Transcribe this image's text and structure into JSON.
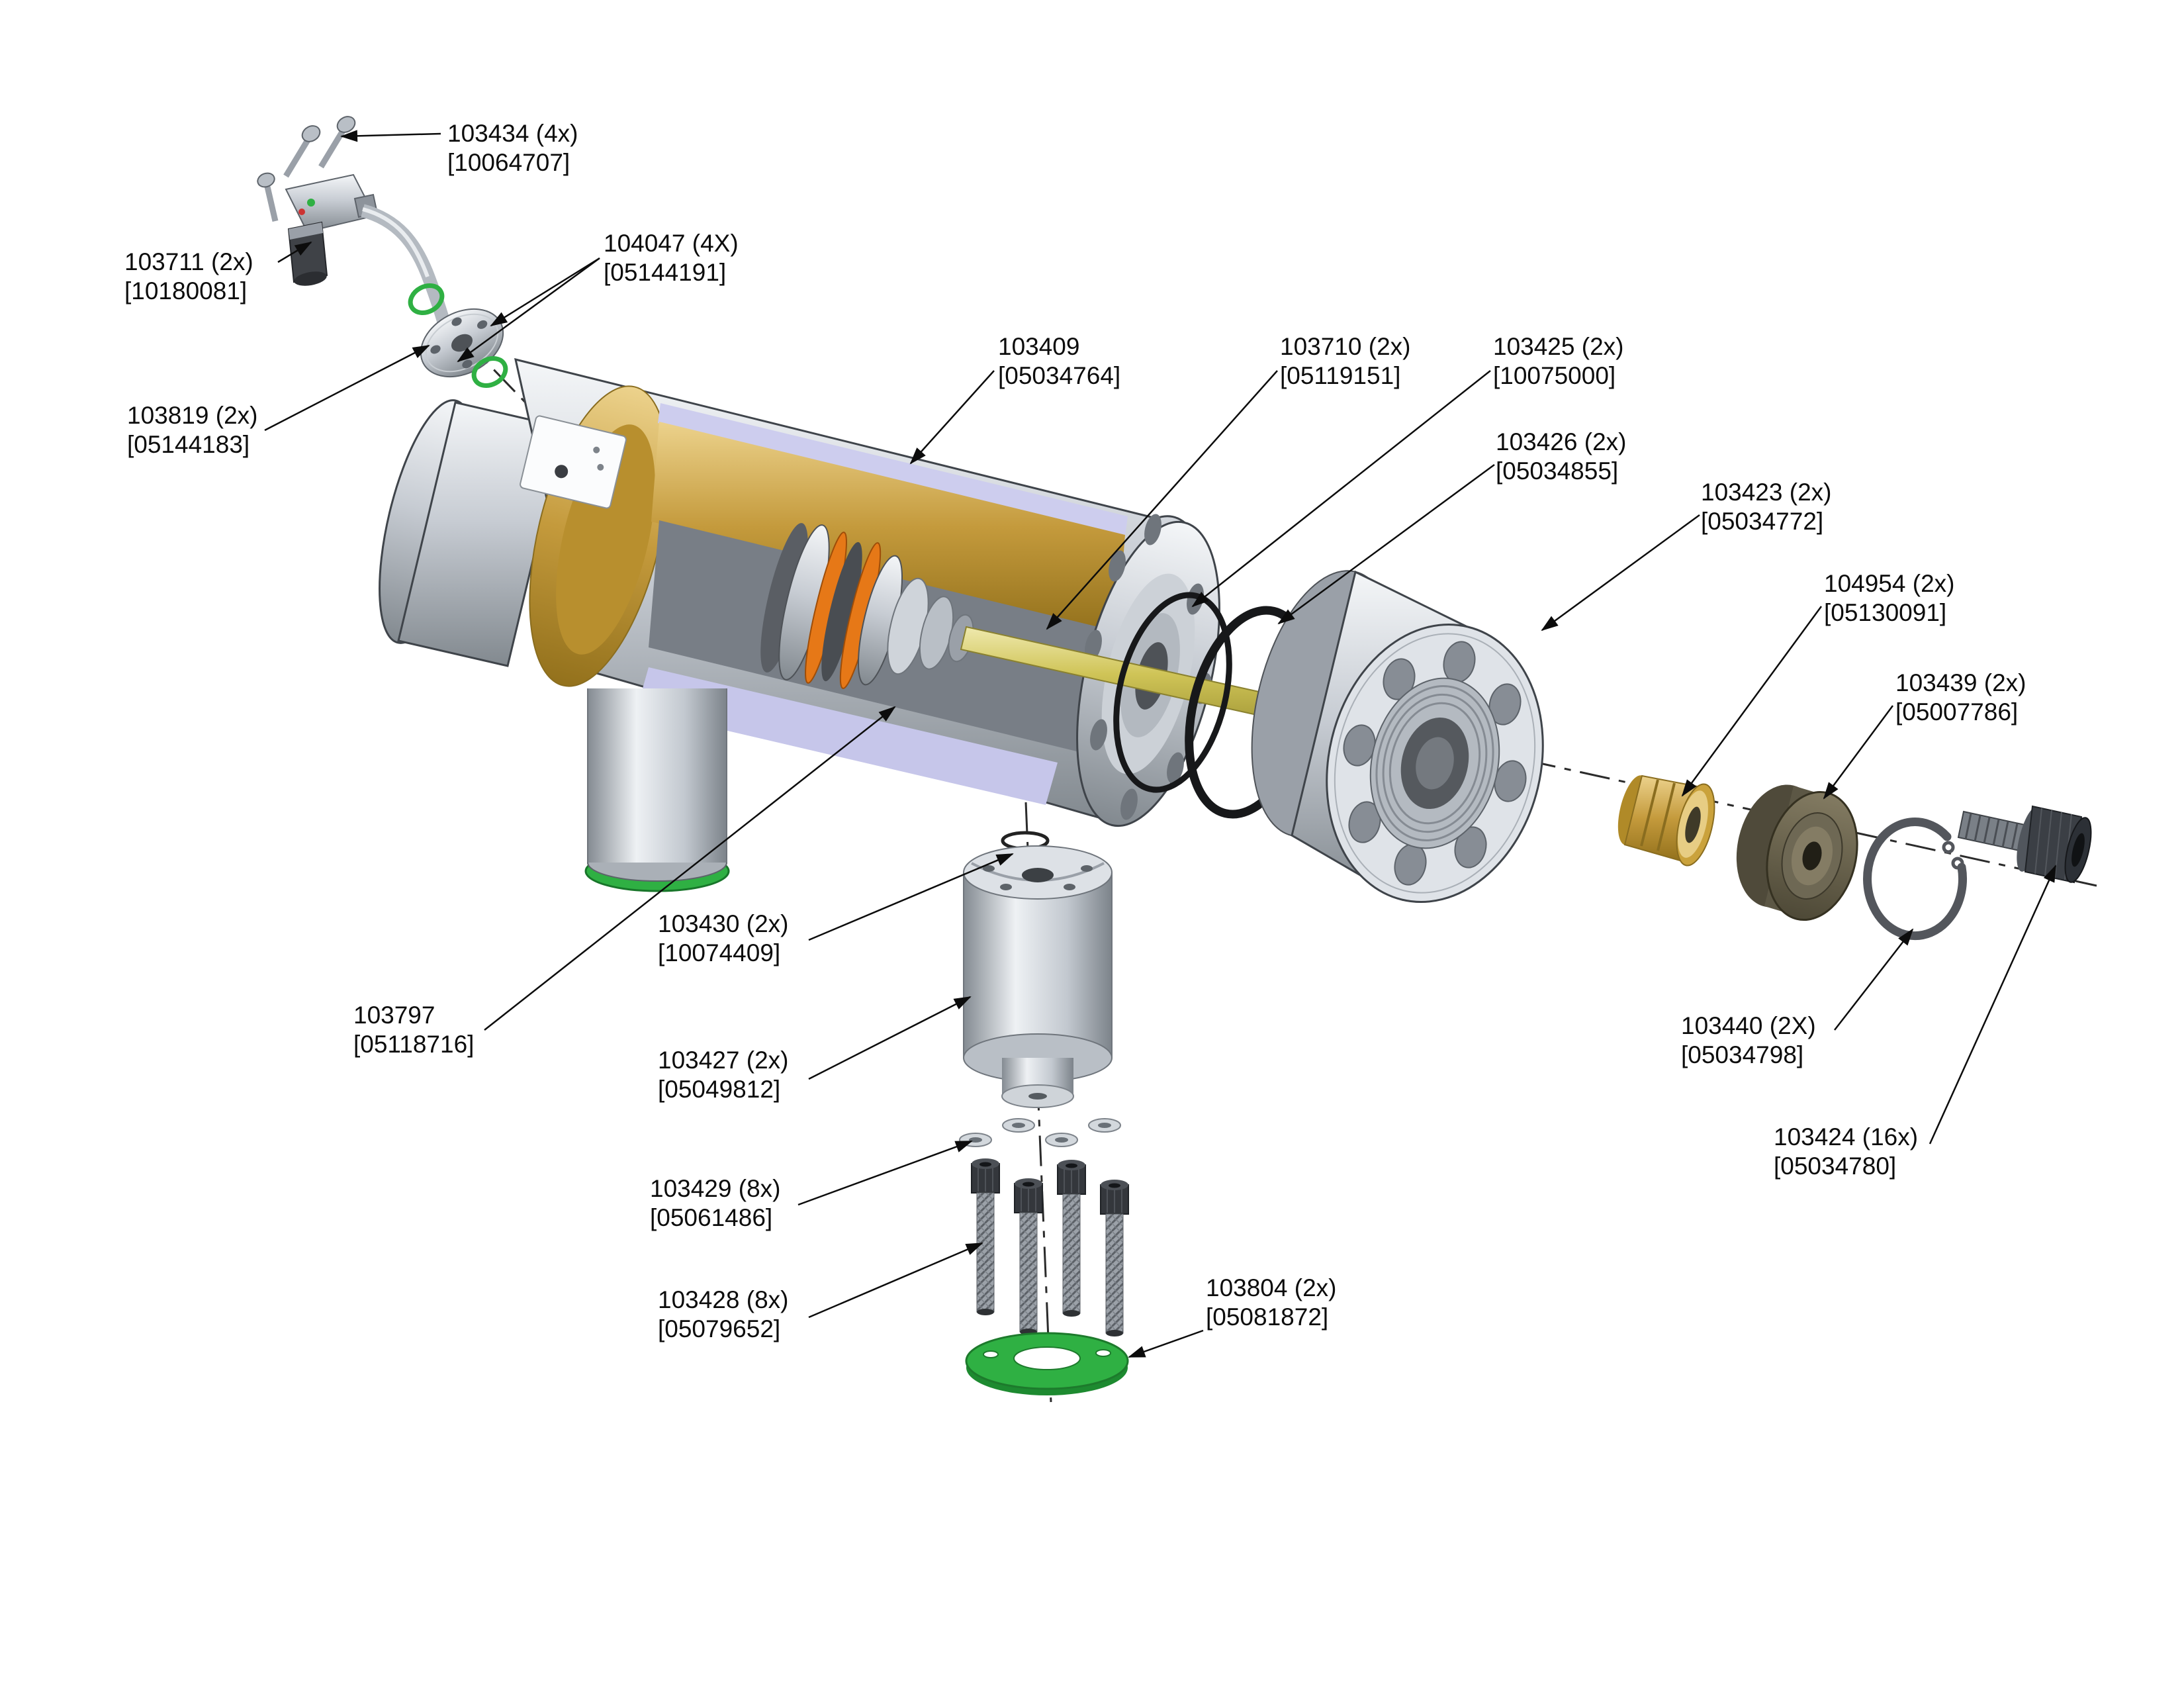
{
  "figure": {
    "background": "#ffffff",
    "ink": "#0c0c0c",
    "accent_colors": {
      "brass": "#c49a3c",
      "rod_yellow": "#cfc457",
      "seal_orange": "#e67817",
      "gasket_green": "#2fb043",
      "cut_lavender": "#cdcdee",
      "steel_light": "#eef1f4",
      "steel_dark": "#82898f",
      "bronze_dark": "#6e6854"
    },
    "callouts": [
      {
        "part": "103434",
        "line1": "103434 (4x)",
        "line2": "[10064707]"
      },
      {
        "part": "103711",
        "line1": "103711 (2x)",
        "line2": "[10180081]"
      },
      {
        "part": "104047",
        "line1": "104047 (4X)",
        "line2": "[05144191]"
      },
      {
        "part": "103819",
        "line1": "103819 (2x)",
        "line2": "[05144183]"
      },
      {
        "part": "103409",
        "line1": "103409",
        "line2": "[05034764]"
      },
      {
        "part": "103710",
        "line1": "103710 (2x)",
        "line2": "[05119151]"
      },
      {
        "part": "103425",
        "line1": "103425 (2x)",
        "line2": "[10075000]"
      },
      {
        "part": "103426",
        "line1": "103426 (2x)",
        "line2": "[05034855]"
      },
      {
        "part": "103423",
        "line1": "103423 (2x)",
        "line2": "[05034772]"
      },
      {
        "part": "104954",
        "line1": "104954 (2x)",
        "line2": "[05130091]"
      },
      {
        "part": "103439",
        "line1": "103439 (2x)",
        "line2": "[05007786]"
      },
      {
        "part": "103430",
        "line1": "103430 (2x)",
        "line2": "[10074409]"
      },
      {
        "part": "103797",
        "line1": "103797",
        "line2": "[05118716]"
      },
      {
        "part": "103427",
        "line1": "103427 (2x)",
        "line2": "[05049812]"
      },
      {
        "part": "103440",
        "line1": "103440 (2X)",
        "line2": "[05034798]"
      },
      {
        "part": "103424",
        "line1": "103424 (16x)",
        "line2": "[05034780]"
      },
      {
        "part": "103429",
        "line1": "103429 (8x)",
        "line2": "[05061486]"
      },
      {
        "part": "103428",
        "line1": "103428 (8x)",
        "line2": "[05079652]"
      },
      {
        "part": "103804",
        "line1": "103804 (2x)",
        "line2": "[05081872]"
      }
    ]
  }
}
